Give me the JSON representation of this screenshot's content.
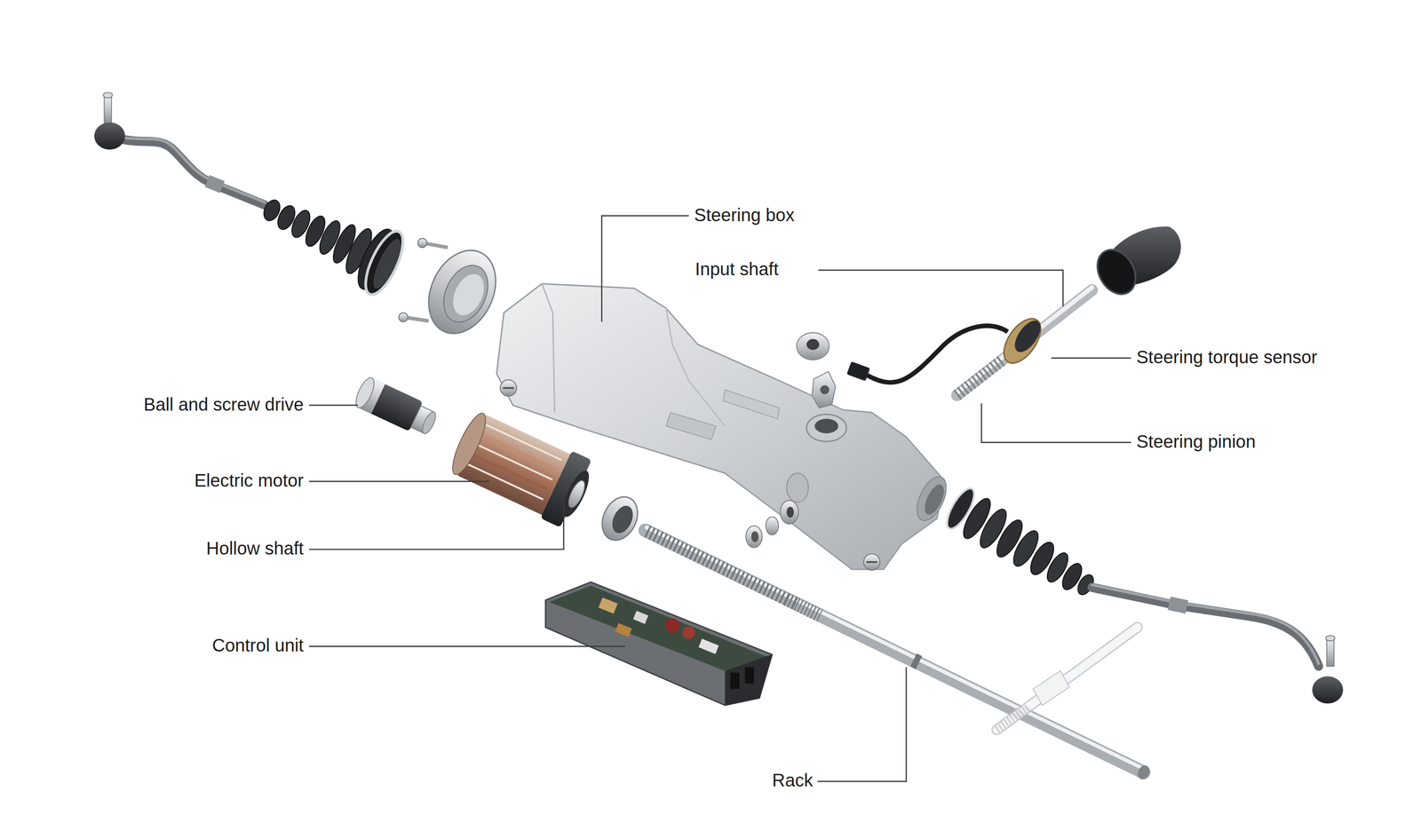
{
  "diagram": {
    "labels": [
      "Steering box",
      "Input shaft",
      "Steering torque sensor",
      "Steering pinion",
      "Ball and screw drive",
      "Electric motor",
      "Hollow shaft",
      "Control unit",
      "Rack"
    ]
  }
}
